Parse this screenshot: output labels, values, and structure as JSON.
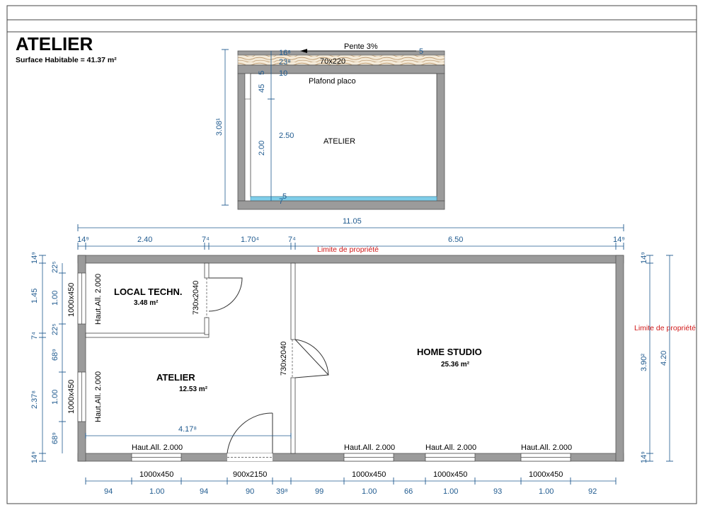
{
  "header": {
    "title": "ATELIER",
    "surface": "Surface Habitable = 41.37 m²"
  },
  "section": {
    "slope_label": "Pente 3%",
    "beam_label": "70x220",
    "ceiling_label": "Plafond placo",
    "room_label": "ATELIER",
    "dims": {
      "total_height": "3.08¹",
      "dim_16": "16⁸",
      "dim_23": "23⁸",
      "dim_5_top": "5",
      "dim_5_left": "5",
      "dim_10": "10",
      "dim_45": "45",
      "dim_200": "2.00",
      "dim_250": "2.50",
      "dim_5_bottom": "5",
      "dim_7": "7"
    }
  },
  "plan": {
    "property_limit": "Limite de propriété",
    "property_limit_right": "Limite de propriété",
    "rooms": [
      {
        "name": "LOCAL TECHN.",
        "area": "3.48 m²"
      },
      {
        "name": "ATELIER",
        "area": "12.53 m²"
      },
      {
        "name": "HOME STUDIO",
        "area": "25.36 m²"
      }
    ],
    "inner_dim": "4.17⁸",
    "door_labels": [
      "730x2040",
      "730x2040",
      "900x2150"
    ],
    "left_windows": [
      {
        "size": "1000x450",
        "height": "Haut.All. 2.000"
      },
      {
        "size": "1000x450",
        "height": "Haut.All. 2.000"
      }
    ],
    "bottom_windows": [
      {
        "size": "1000x450",
        "height": "Haut.All. 2.000"
      },
      {
        "size": "1000x450",
        "height": "Haut.All. 2.000"
      },
      {
        "size": "1000x450",
        "height": "Haut.All. 2.000"
      },
      {
        "size": "1000x450",
        "height": "Haut.All. 2.000"
      }
    ],
    "top_dims": {
      "total": "11.05",
      "segments": [
        "14⁹",
        "2.40",
        "7⁴",
        "1.70⁴",
        "7⁴",
        "6.50",
        "14⁹"
      ]
    },
    "bottom_dims": [
      "94",
      "1.00",
      "94",
      "90",
      "39⁸",
      "99",
      "1.00",
      "66",
      "1.00",
      "93",
      "1.00",
      "92"
    ],
    "left_dims_outer": [
      "14⁹",
      "1.45",
      "7⁴",
      "2.37⁸",
      "14⁹"
    ],
    "left_dims_inner": [
      "22⁵",
      "1.00",
      "22⁵",
      "68⁹",
      "1.00",
      "68⁹"
    ],
    "right_dims": {
      "total": "4.20",
      "inner": "3.90²",
      "top": "14⁹",
      "bottom": "14⁹"
    }
  }
}
